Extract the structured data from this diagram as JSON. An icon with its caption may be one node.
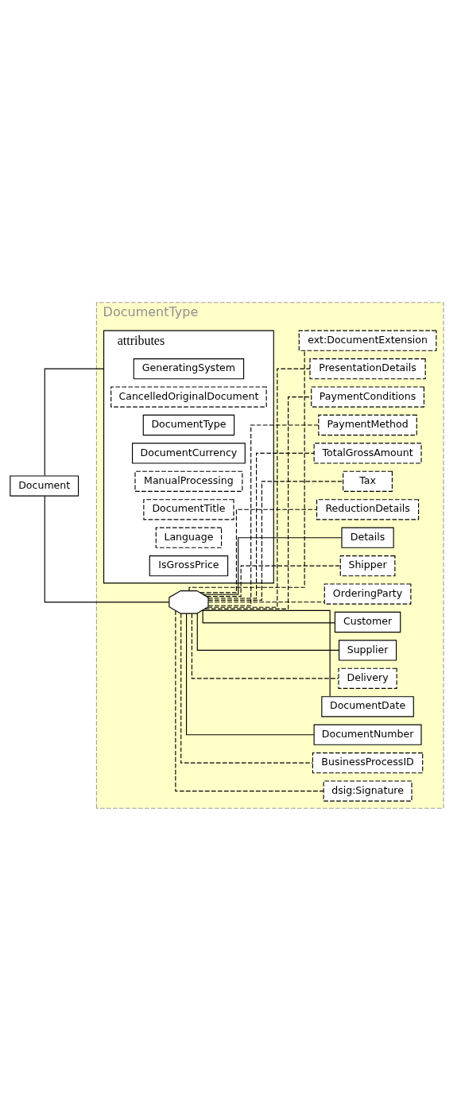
{
  "diagram": {
    "nodes": [
      {
        "text": [
          "Document"
        ]
      },
      {
        "text": [
          "DocumentType"
        ]
      },
      {
        "text": [
          "attributes"
        ],
        "in": 1
      },
      {
        "text": [
          "GeneratingSystem"
        ],
        "in": 2
      },
      {
        "text": [
          "CancelledOriginalDocument"
        ],
        "in": 2
      },
      {
        "text": [
          "DocumentType"
        ],
        "in": 2
      },
      {
        "text": [
          "DocumentCurrency"
        ],
        "in": 2
      },
      {
        "text": [
          "ManualProcessing"
        ],
        "in": 2
      },
      {
        "text": [
          "DocumentTitle"
        ],
        "in": 2
      },
      {
        "text": [
          "Language"
        ],
        "in": 2
      },
      {
        "text": [
          "IsGrossPrice"
        ],
        "in": 2
      },
      {
        "text": [],
        "shape": "octagon",
        "in": 1
      },
      {
        "text": [
          "dsig:Signature"
        ],
        "in": 1
      },
      {
        "text": [
          "BusinessProcessID"
        ],
        "in": 1
      },
      {
        "text": [
          "DocumentNumber"
        ],
        "in": 1
      },
      {
        "text": [
          "DocumentDate"
        ],
        "in": 1
      },
      {
        "text": [
          "Delivery"
        ],
        "in": 1
      },
      {
        "text": [
          "Supplier"
        ],
        "in": 1
      },
      {
        "text": [
          "Customer"
        ],
        "in": 1
      },
      {
        "text": [
          "OrderingParty"
        ],
        "in": 1
      },
      {
        "text": [
          "Shipper"
        ],
        "in": 1
      },
      {
        "text": [
          "Details"
        ],
        "in": 1
      },
      {
        "text": [
          "ReductionDetails"
        ],
        "in": 1
      },
      {
        "text": [
          "Tax"
        ],
        "in": 1
      },
      {
        "text": [
          "TotalGrossAmount"
        ],
        "in": 1
      },
      {
        "text": [
          "PaymentMethod"
        ],
        "in": 1
      },
      {
        "text": [
          "PaymentConditions"
        ],
        "in": 1
      },
      {
        "text": [
          "PresentationDetails"
        ],
        "in": 1
      },
      {
        "text": [
          "ext:DocumentExtension"
        ],
        "in": 1
      }
    ],
    "edges": [
      {
        "from": 0,
        "to": 2,
        "arrow": "none"
      },
      {
        "from": 0,
        "to": 11,
        "arrow": "none"
      },
      {
        "from": 11,
        "to": 12,
        "arrow": "none",
        "style": "dashed"
      },
      {
        "from": 11,
        "to": 13,
        "arrow": "none",
        "style": "dashed"
      },
      {
        "from": 11,
        "to": 14,
        "arrow": "none"
      },
      {
        "from": 11,
        "to": 15,
        "arrow": "none"
      },
      {
        "from": 11,
        "to": 16,
        "arrow": "none",
        "style": "dashed"
      },
      {
        "from": 11,
        "to": 17,
        "arrow": "none"
      },
      {
        "from": 11,
        "to": 18,
        "arrow": "none"
      },
      {
        "from": 11,
        "to": 19,
        "arrow": "none",
        "style": "dashed"
      },
      {
        "from": 11,
        "to": 20,
        "arrow": "none",
        "style": "dashed"
      },
      {
        "from": 11,
        "to": 21,
        "arrow": "none"
      },
      {
        "from": 11,
        "to": 22,
        "arrow": "none",
        "style": "dashed"
      },
      {
        "from": 11,
        "to": 23,
        "arrow": "none",
        "style": "dashed"
      },
      {
        "from": 11,
        "to": 24,
        "arrow": "none",
        "style": "dashed"
      },
      {
        "from": 11,
        "to": 25,
        "arrow": "none",
        "style": "dashed"
      },
      {
        "from": 11,
        "to": 26,
        "arrow": "none",
        "style": "dashed"
      },
      {
        "from": 11,
        "to": 27,
        "arrow": "none",
        "style": "dashed"
      },
      {
        "from": 11,
        "to": 28,
        "arrow": "none",
        "style": "dashed"
      }
    ]
  }
}
